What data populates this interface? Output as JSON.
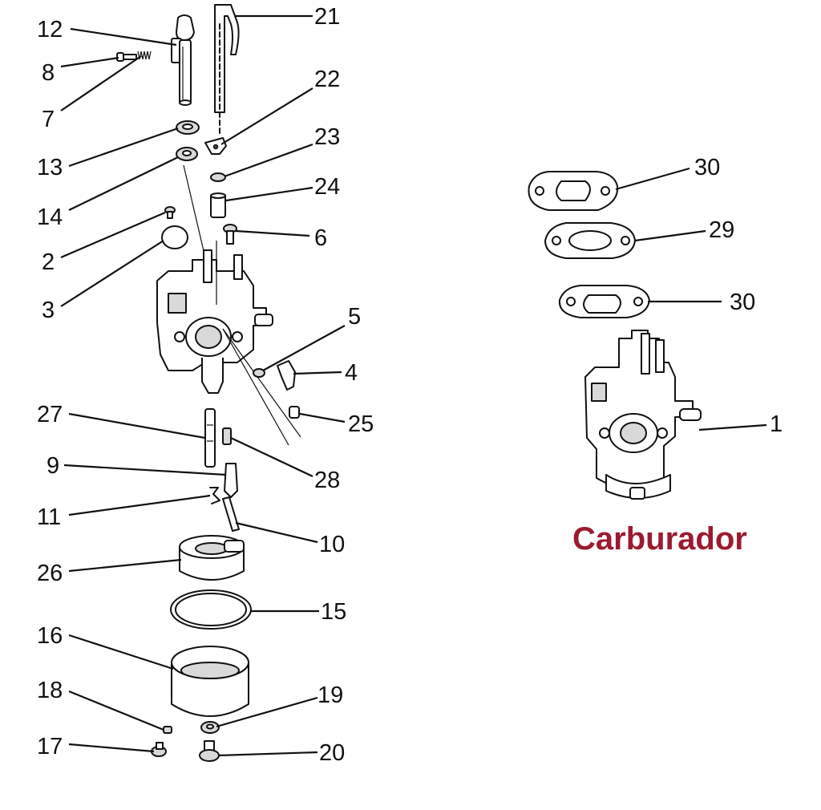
{
  "diagram": {
    "title": "Carburador",
    "title_color": "#9b1b30",
    "callouts": {
      "c12": "12",
      "c8": "8",
      "c7": "7",
      "c13": "13",
      "c14": "14",
      "c2": "2",
      "c3": "3",
      "c21": "21",
      "c22": "22",
      "c23": "23",
      "c24": "24",
      "c6": "6",
      "c5": "5",
      "c4": "4",
      "c25": "25",
      "c27": "27",
      "c9": "9",
      "c28": "28",
      "c11": "11",
      "c10": "10",
      "c26": "26",
      "c15": "15",
      "c16": "16",
      "c18": "18",
      "c19": "19",
      "c17": "17",
      "c20": "20",
      "c30a": "30",
      "c29": "29",
      "c30b": "30",
      "c1": "1"
    }
  }
}
